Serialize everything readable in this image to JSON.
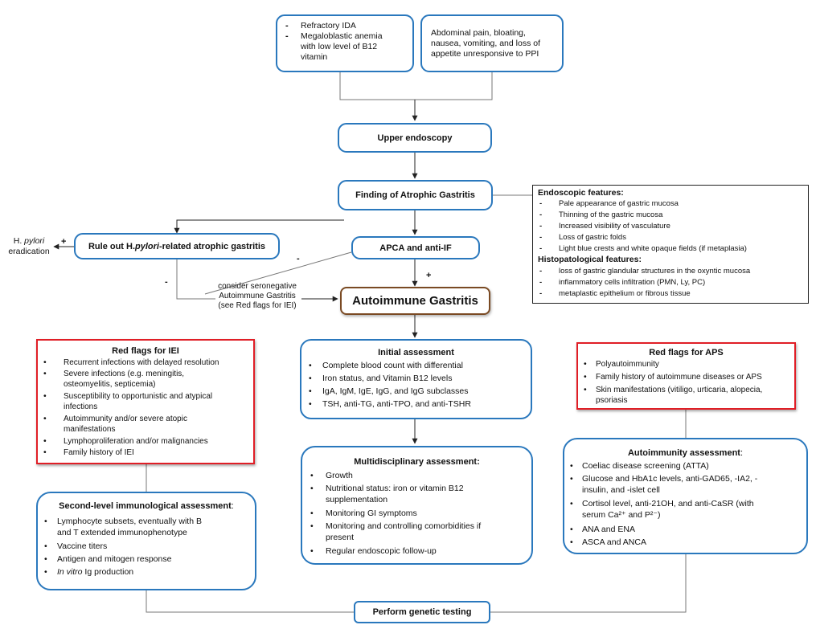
{
  "top_left_box": {
    "item1": "Refractory IDA",
    "item2_line1": "Megaloblastic    anemia",
    "item2_line2": "with  low  level  of  B12",
    "item2_line3": "vitamin",
    "dash": "-"
  },
  "top_right_box": {
    "line1": "Abdominal    pain,    bloating,",
    "line2": "nausea,  vomiting,  and  loss  of",
    "line3": "appetite unresponsive to PPI"
  },
  "upper_endoscopy": "Upper endoscopy",
  "atrophic_gastritis": "Finding of Atrophic Gastritis",
  "endoscopic_panel": {
    "endo_heading": "Endoscopic features:",
    "endo_items": [
      "Pale appearance of gastric mucosa",
      "Thinning of the gastric mucosa",
      "Increased visibility of vasculature",
      "Loss of gastric folds",
      "Light blue crests and white opaque fields (if metaplasia)"
    ],
    "histo_heading": "Histopatological features:",
    "histo_items": [
      "loss of gastric glandular structures in the oxyntic mucosa",
      "inflammatory cells infiltration (PMN, Ly, PC)",
      "metaplastic epithelium or fibrous tissue"
    ],
    "dash": "-"
  },
  "rule_out": {
    "part1": "Rule out H. ",
    "part2": "pylori",
    "part3": "-related atrophic gastritis"
  },
  "eradication": {
    "line1a": "H. ",
    "line1b": "pylori",
    "line2": "eradication"
  },
  "apca": "APCA and anti-IF",
  "seronegative": {
    "line1": "consider seronegative",
    "line2": "Autoimmune Gastritis",
    "line3": "(see Red flags for IEI)"
  },
  "autoimmune_gastritis": "Autoimmune Gastritis",
  "signs": {
    "plus": "+",
    "minus": "-"
  },
  "red_flags_iei": {
    "title": "Red flags for IEI",
    "lines": [
      "Recurrent infections with delayed resolution",
      "Severe        infections        (e.g.        meningitis,",
      "osteomyelitis, septicemia)",
      "Susceptibility  to  opportunistic  and  atypical",
      "infections",
      "Autoimmunity        and/or        severe        atopic",
      "manifestations",
      "Lymphoproliferation and/or malignancies",
      "Family history of IEI"
    ],
    "bullet": "•"
  },
  "initial_assessment": {
    "title": "Initial assessment",
    "items": [
      "Complete blood count with differential",
      "Iron status, and Vitamin B12 levels",
      "IgA, IgM, IgE, IgG, and IgG subclasses",
      "TSH, anti-TG, anti-TPO, and anti-TSHR"
    ]
  },
  "red_flags_aps": {
    "title": "Red flags for APS",
    "lines": [
      "Polyautoimmunity",
      "Family history of autoimmune diseases or APS",
      "Skin  manifestations  (vitiligo,  urticaria,  alopecia,",
      "psoriasis"
    ]
  },
  "multidisciplinary": {
    "title": "Multidisciplinary assessment:",
    "lines": [
      "Growth",
      "Nutritional   status:   iron   or   vitamin   B12",
      "supplementation",
      "Monitoring GI symptoms",
      "Monitoring  and  controlling  comorbidities  if",
      "present",
      "Regular endoscopic follow-up"
    ]
  },
  "autoimmunity": {
    "title": "Autoimmunity assessment",
    "colon": ":",
    "lines": [
      "Coeliac disease screening (ATTA)",
      "Glucose  and  HbA1c  levels,  anti-GAD65,  -IA2,  -",
      "insulin, and -islet cell",
      "Cortisol  level,  anti-21OH,  and  anti-CaSR  (with",
      "serum Ca²⁺ and P²⁻)",
      "ANA and ENA",
      "ASCA and ANCA"
    ]
  },
  "second_level": {
    "title": "Second-level immunological assessment",
    "colon": ":",
    "lines": [
      "Lymphocyte  subsets,  eventually  with  B",
      "and T extended immunophenotype",
      "Vaccine titers",
      "Antigen and mitogen response"
    ],
    "last_italic": "In vitro",
    "last_rest": " Ig production"
  },
  "genetic_testing": "Perform genetic testing",
  "colors": {
    "box_border": "#2a78bd",
    "red_flag_border": "#e01e26",
    "autoimmune_border": "#7a4a23",
    "connector": "#555555"
  }
}
